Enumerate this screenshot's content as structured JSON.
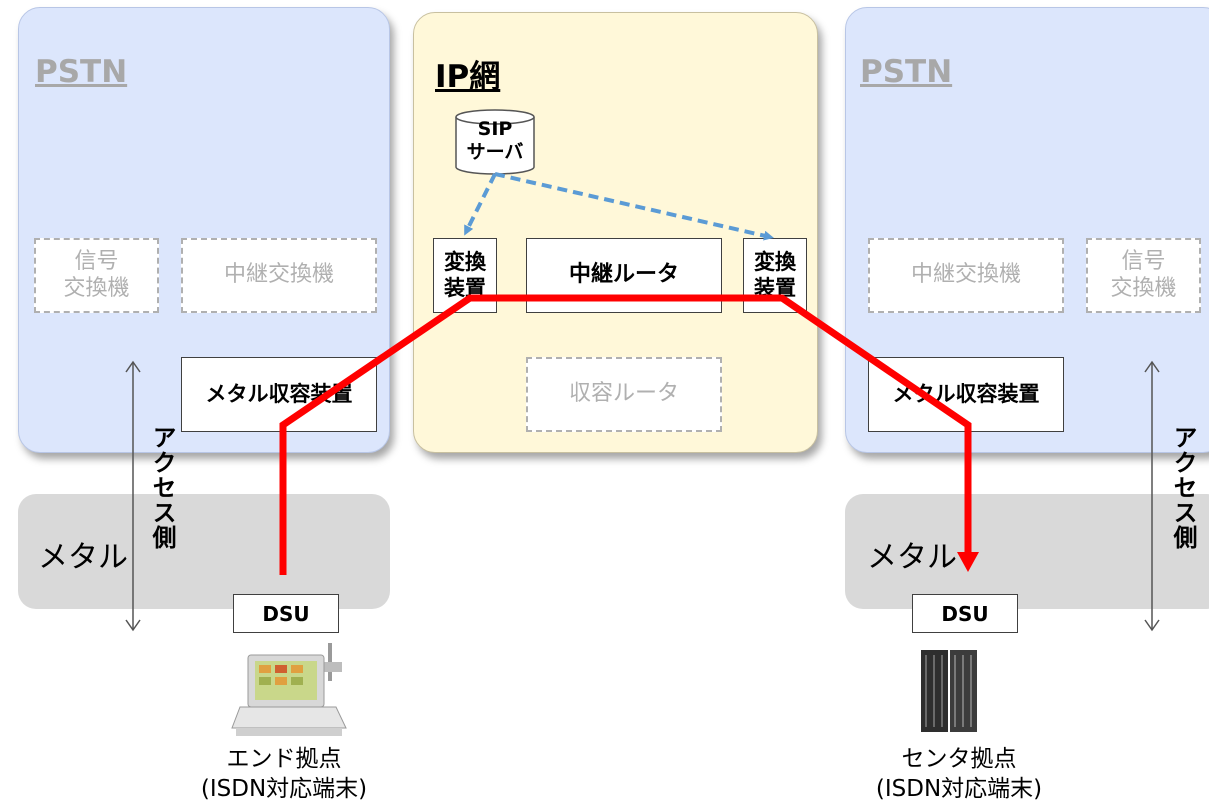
{
  "left_pstn": {
    "title": "PSTN",
    "signal_exchange": "信号\n交換機",
    "relay_exchange": "中継交換機",
    "metal_device": "メタル収容装置"
  },
  "ip_network": {
    "title": "IP網",
    "sip_server": "SIP\nサーバ",
    "converter_left": "変換\n装置",
    "relay_router": "中継ルータ",
    "converter_right": "変換\n装置",
    "access_router": "収容ルータ"
  },
  "right_pstn": {
    "title": "PSTN",
    "relay_exchange": "中継交換機",
    "signal_exchange": "信号\n交換機",
    "metal_device": "メタル収容装置"
  },
  "access_side_label": "アクセス側",
  "metal_label": "メタル",
  "dsu_label": "DSU",
  "end_site": {
    "line1": "エンド拠点",
    "line2": "(ISDN対応端末)"
  },
  "center_site": {
    "line1": "センタ拠点",
    "line2": "(ISDN対応端末)"
  },
  "colors": {
    "pstn_fill": "#dce6fc",
    "ip_fill": "#fff8d9",
    "metal_band": "#d9d9d9",
    "signal_path": "#ff0000",
    "sip_link": "#5b9bd5"
  }
}
